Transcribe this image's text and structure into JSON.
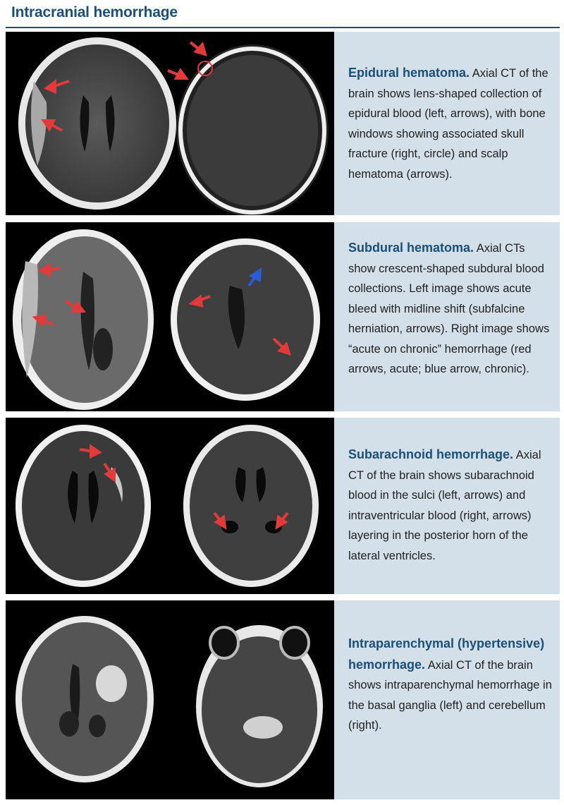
{
  "page": {
    "title": "Intracranial hemorrhage"
  },
  "panels": [
    {
      "heading": "Epidural hematoma.",
      "text": " Axial CT of the brain shows lens-shaped collection of epidural blood (left, arrows), with bone windows showing associated skull fracture (right, circle) and scalp hematoma (arrows)."
    },
    {
      "heading": "Subdural hematoma.",
      "text": " Axial CTs show crescent-shaped subdural blood collections. Left image shows acute bleed with midline shift (subfalcine herniation, arrows). Right image shows “acute on chronic” hemorrhage (red arrows, acute; blue arrow, chronic)."
    },
    {
      "heading": "Subarachnoid hemorrhage.",
      "text": " Axial CT of the brain shows subarachnoid blood in the sulci (left, arrows) and intraventricular blood (right, arrows) layering in the posterior horn of the lateral ventricles."
    },
    {
      "heading": "Intraparenchymal (hypertensive) hemorrhage.",
      "text": " Axial CT of the brain shows intraparenchymal hemorrhage in the basal ganglia (left) and cerebellum (right)."
    }
  ],
  "colors": {
    "heading": "#1a4f78",
    "panel_background": "#d3dfe9",
    "arrow_red": "#e03a3a",
    "arrow_blue": "#2c5bd6"
  }
}
